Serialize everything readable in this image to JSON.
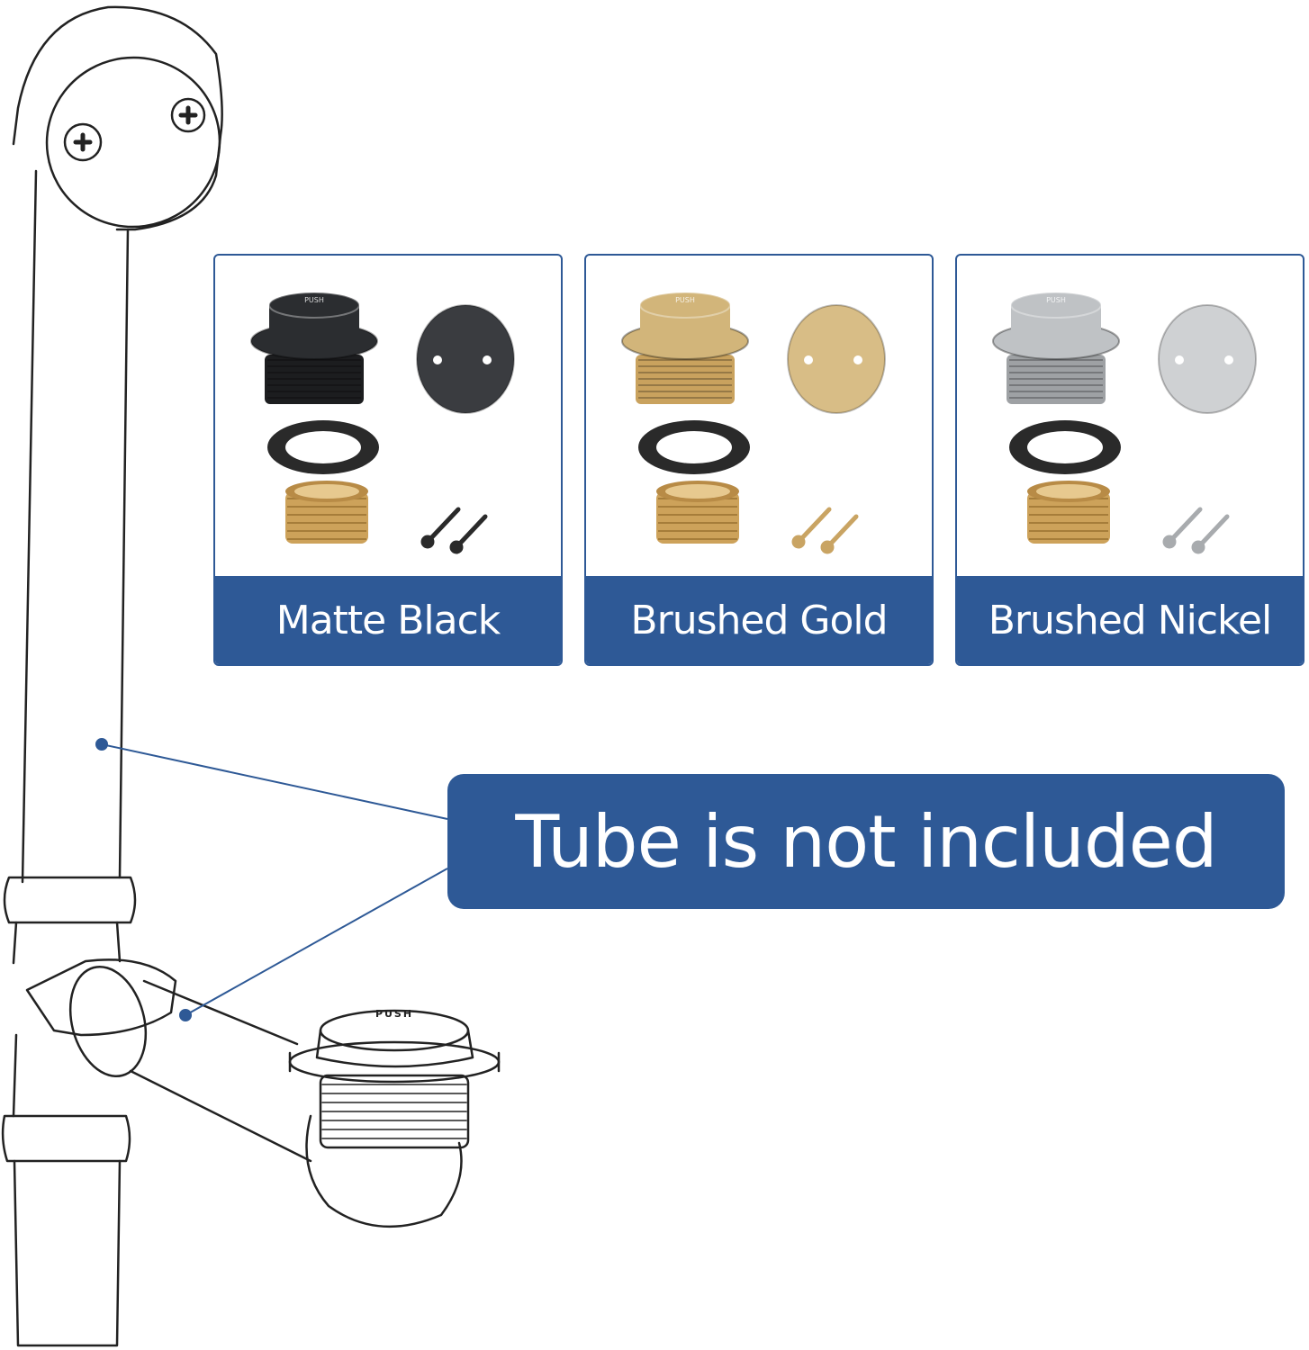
{
  "finishes": [
    {
      "label": "Matte Black",
      "colors": {
        "cap": "#2b2d30",
        "body": "#1c1d1f",
        "plate": "#3a3c40",
        "screw": "#2a2a2a"
      }
    },
    {
      "label": "Brushed Gold",
      "colors": {
        "cap": "#d2b57a",
        "body": "#c9a25e",
        "plate": "#d8bd86",
        "screw": "#c9a463"
      }
    },
    {
      "label": "Brushed Nickel",
      "colors": {
        "cap": "#bfc2c5",
        "body": "#9ea1a4",
        "plate": "#cfd1d3",
        "screw": "#a8abae"
      }
    }
  ],
  "callout": {
    "text": "Tube is not included"
  },
  "diagram": {
    "drain_cap_text": "PUSH"
  },
  "colors": {
    "accent": "#2e5996",
    "brass_ring": "#cda25a",
    "gasket": "#2a2a2a",
    "line_art": "#222222"
  }
}
